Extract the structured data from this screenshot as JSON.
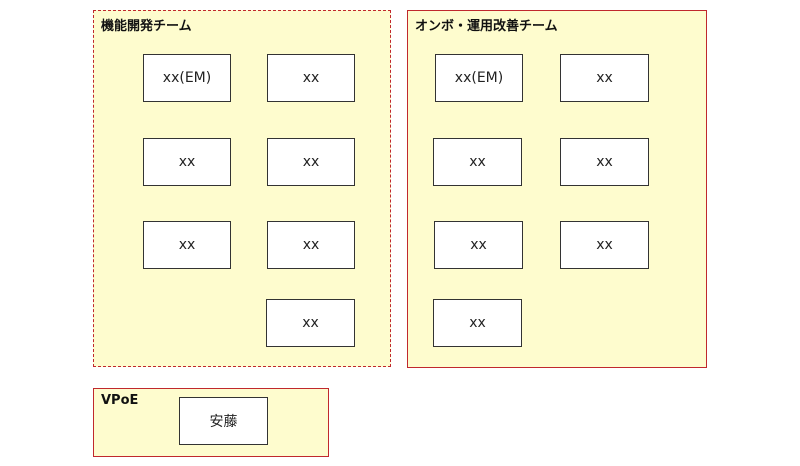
{
  "teams": {
    "feature": {
      "title": "機能開発チーム",
      "members": [
        "xx(EM)",
        "xx",
        "xx",
        "xx",
        "xx",
        "xx",
        "xx"
      ]
    },
    "onboarding": {
      "title": "オンボ・運用改善チーム",
      "members": [
        "xx(EM)",
        "xx",
        "xx",
        "xx",
        "xx",
        "xx",
        "xx"
      ]
    },
    "vpoe": {
      "title": "VPoE",
      "members": [
        "安藤"
      ]
    }
  },
  "colors": {
    "team_fill": "#fefcce",
    "team_border": "#c0282d",
    "member_border": "#333333"
  }
}
